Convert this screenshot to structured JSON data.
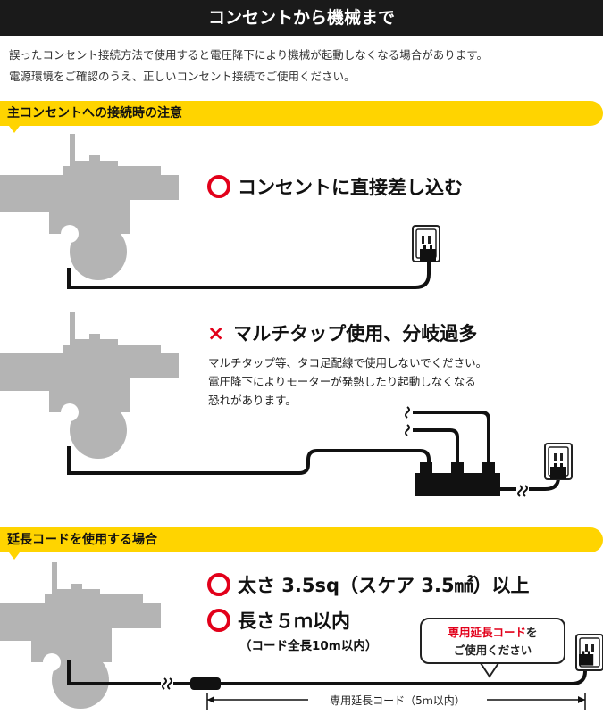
{
  "header": {
    "title": "コンセントから機械まで"
  },
  "intro": {
    "line1": "誤ったコンセント接続方法で使用すると電圧降下により機械が起動しなくなる場合があります。",
    "line2": "電源環境をご確認のうえ、正しいコンセント接続でご使用ください。"
  },
  "section1": {
    "title": "主コンセントへの接続時の注意",
    "ok_text": "コンセントに直接差し込む",
    "ng_text": "マルチタップ使用、分岐過多",
    "ng_mark": "×",
    "ng_desc1": "マルチタップ等、タコ足配線で使用しないでください。",
    "ng_desc2": "電圧降下によりモーターが発熱したり起動しなくなる",
    "ng_desc3": "恐れがあります。"
  },
  "section2": {
    "title": "延長コードを使用する場合",
    "thickness_text": "太さ 3.5sq（スケア 3.5㎟）以上",
    "length_text": "長さ５ｍ以内",
    "length_note": "（コード全長10m以内）",
    "bubble_red": "専用延長コード",
    "bubble_suffix": "を",
    "bubble_line2": "ご使用ください",
    "cord_label": "専用延長コード（5ｍ以内）"
  },
  "colors": {
    "accent_yellow": "#ffd400",
    "mark_red": "#e2001a",
    "machine_gray": "#b4b4b4",
    "header_bg": "#1a1a1a"
  }
}
